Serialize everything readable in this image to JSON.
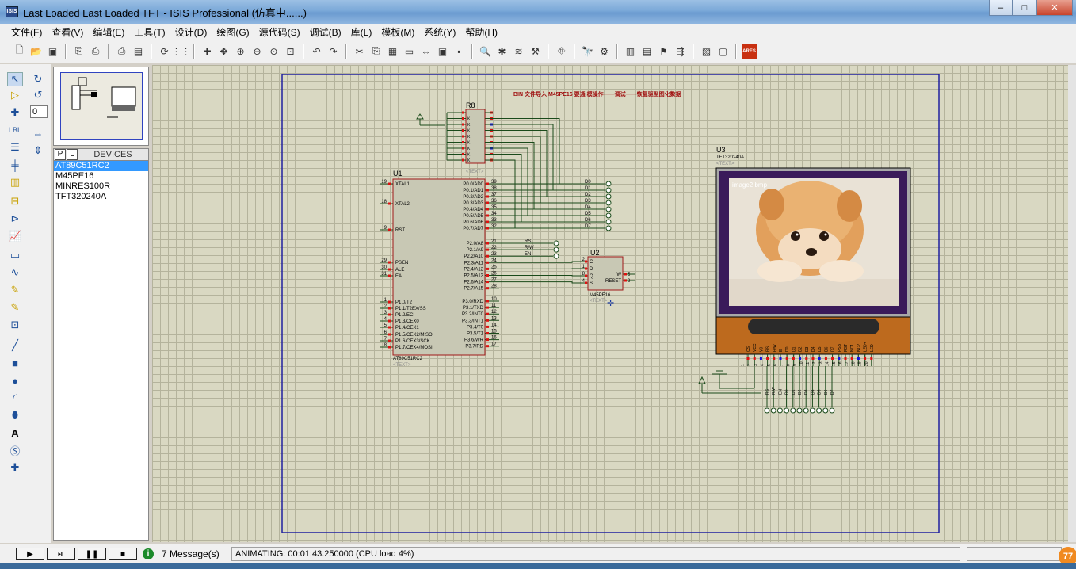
{
  "window": {
    "icon": "ISIS",
    "title": "Last Loaded Last Loaded TFT - ISIS Professional (仿真中......)",
    "minimize": "–",
    "maximize": "□",
    "close": "✕"
  },
  "menu": [
    "文件(F)",
    "查看(V)",
    "编辑(E)",
    "工具(T)",
    "设计(D)",
    "绘图(G)",
    "源代码(S)",
    "调试(B)",
    "库(L)",
    "模板(M)",
    "系统(Y)",
    "帮助(H)"
  ],
  "toolbar": {
    "icons": [
      "new-file-icon",
      "open-file-icon",
      "save-icon",
      "sep",
      "import-icon",
      "export-icon",
      "sep",
      "print-icon",
      "print-area-icon",
      "sep",
      "refresh-icon",
      "grid-icon",
      "sep",
      "origin-icon",
      "pan-icon",
      "zoom-in-icon",
      "zoom-out-icon",
      "zoom-all-icon",
      "zoom-area-icon",
      "sep",
      "undo-icon",
      "redo-icon",
      "sep",
      "cut-icon",
      "copy-icon",
      "paste-icon",
      "block-copy-icon",
      "block-move-icon",
      "block-rotate-icon",
      "block-delete-icon",
      "sep",
      "pick-device-icon",
      "make-device-icon",
      "decompose-icon",
      "package-tool-icon",
      "sep",
      "wire-autoroute-icon",
      "sep",
      "search-icon",
      "property-tool-icon",
      "sep",
      "netlist-icon",
      "bill-icon",
      "electrical-check-icon",
      "netlist-transfer-icon",
      "sep",
      "design-explorer-icon",
      "new-sheet-icon",
      "sep",
      "ares-icon"
    ],
    "ares_label": "ARES"
  },
  "tools": {
    "rotation_value": "0"
  },
  "devices": {
    "tab_p": "P",
    "tab_l": "L",
    "title": "DEVICES",
    "items": [
      "AT89C51RC2",
      "M45PE16",
      "MINRES100R",
      "TFT320240A"
    ],
    "selected_index": 0
  },
  "schematic": {
    "title_text": "BIN 文件导入 M45PE16 要通 模操作——调试——恢复驱型图化数据",
    "r8": {
      "ref": "R8",
      "text_tag": "<TEXT>"
    },
    "u1": {
      "ref": "U1",
      "part": "AT89C51RC2",
      "text_tag": "<TEXT>",
      "left_pins": [
        {
          "num": "19",
          "name": "XTAL1"
        },
        {
          "num": "18",
          "name": "XTAL2"
        },
        {
          "num": "9",
          "name": "RST"
        },
        {
          "num": "29",
          "name": "PSEN"
        },
        {
          "num": "30",
          "name": "ALE"
        },
        {
          "num": "31",
          "name": "EA"
        },
        {
          "num": "1",
          "name": "P1.0/T2"
        },
        {
          "num": "2",
          "name": "P1.1/T2EX/SS"
        },
        {
          "num": "3",
          "name": "P1.2/ECI"
        },
        {
          "num": "4",
          "name": "P1.3/CEX0"
        },
        {
          "num": "5",
          "name": "P1.4/CEX1"
        },
        {
          "num": "6",
          "name": "P1.5/CEX2/MISO"
        },
        {
          "num": "7",
          "name": "P1.6/CEX3/SCK"
        },
        {
          "num": "8",
          "name": "P1.7/CEX4/MOSI"
        }
      ],
      "right_pins": [
        {
          "num": "39",
          "name": "P0.0/AD0"
        },
        {
          "num": "38",
          "name": "P0.1/AD1"
        },
        {
          "num": "37",
          "name": "P0.2/AD2"
        },
        {
          "num": "36",
          "name": "P0.3/AD3"
        },
        {
          "num": "35",
          "name": "P0.4/AD4"
        },
        {
          "num": "34",
          "name": "P0.5/AD5"
        },
        {
          "num": "33",
          "name": "P0.6/AD6"
        },
        {
          "num": "32",
          "name": "P0.7/AD7"
        },
        {
          "num": "21",
          "name": "P2.0/A8"
        },
        {
          "num": "22",
          "name": "P2.1/A9"
        },
        {
          "num": "23",
          "name": "P2.2/A10"
        },
        {
          "num": "24",
          "name": "P2.3/A11"
        },
        {
          "num": "25",
          "name": "P2.4/A12"
        },
        {
          "num": "26",
          "name": "P2.5/A13"
        },
        {
          "num": "27",
          "name": "P2.6/A14"
        },
        {
          "num": "28",
          "name": "P2.7/A15"
        },
        {
          "num": "10",
          "name": "P3.0/RXD"
        },
        {
          "num": "11",
          "name": "P3.1/TXD"
        },
        {
          "num": "12",
          "name": "P3.2/INT0"
        },
        {
          "num": "13",
          "name": "P3.3/INT1"
        },
        {
          "num": "14",
          "name": "P3.4/T0"
        },
        {
          "num": "15",
          "name": "P3.5/T1"
        },
        {
          "num": "16",
          "name": "P3.6/WR"
        },
        {
          "num": "17",
          "name": "P3.7/RD"
        }
      ]
    },
    "data_labels": [
      "D0",
      "D1",
      "D2",
      "D3",
      "D4",
      "D5",
      "D6",
      "D7"
    ],
    "ctrl_labels": [
      "RS",
      "R/W",
      "EN"
    ],
    "u2": {
      "ref": "U2",
      "part": "M45PE16",
      "text_tag": "<TEXT>",
      "pins_left": [
        {
          "num": "2",
          "name": "C"
        },
        {
          "num": "1",
          "name": "D"
        },
        {
          "num": "8",
          "name": "Q"
        },
        {
          "num": "4",
          "name": "S"
        }
      ],
      "pins_right": [
        {
          "num": "5",
          "name": "W"
        },
        {
          "num": "3",
          "name": "RESET"
        }
      ]
    },
    "u3": {
      "ref": "U3",
      "part": "TFT320240A",
      "text_tag": "<TEXT>",
      "image_label": "image2.bmp",
      "pin_names": [
        "CS",
        "VCC",
        "V0",
        "RS",
        "R/W",
        "E",
        "D0",
        "D1",
        "D2",
        "D3",
        "D4",
        "D5",
        "D6",
        "D7",
        "PSB",
        "RST",
        "NC1",
        "NC2",
        "LED+",
        "LED-"
      ],
      "pin_nums": [
        "1",
        "2",
        "3",
        "4",
        "5",
        "6",
        "7",
        "8",
        "9",
        "10",
        "11",
        "12",
        "13",
        "14",
        "15",
        "16",
        "17",
        "18",
        "19",
        "20"
      ],
      "bottom_labels": [
        "RS",
        "R/W",
        "EN",
        "D0",
        "D1",
        "D2",
        "D3",
        "D4",
        "D5",
        "D6",
        "D7"
      ]
    }
  },
  "status": {
    "play": "▶",
    "step": "⏯",
    "pause": "❚❚",
    "stop": "■",
    "info_icon": "i",
    "messages": "7 Message(s)",
    "animating": "ANIMATING: 00:01:43.250000 (CPU load 4%)",
    "badge": "77"
  },
  "colors": {
    "canvas": "#d9d8c2",
    "grid": "#b4b39c",
    "component_fill": "#c8c8b4",
    "component_border": "#a01818",
    "wire": "#1a4a1a",
    "sheet_border": "#2020a0",
    "pin_red": "#e01010",
    "pin_blue": "#1010e0"
  }
}
